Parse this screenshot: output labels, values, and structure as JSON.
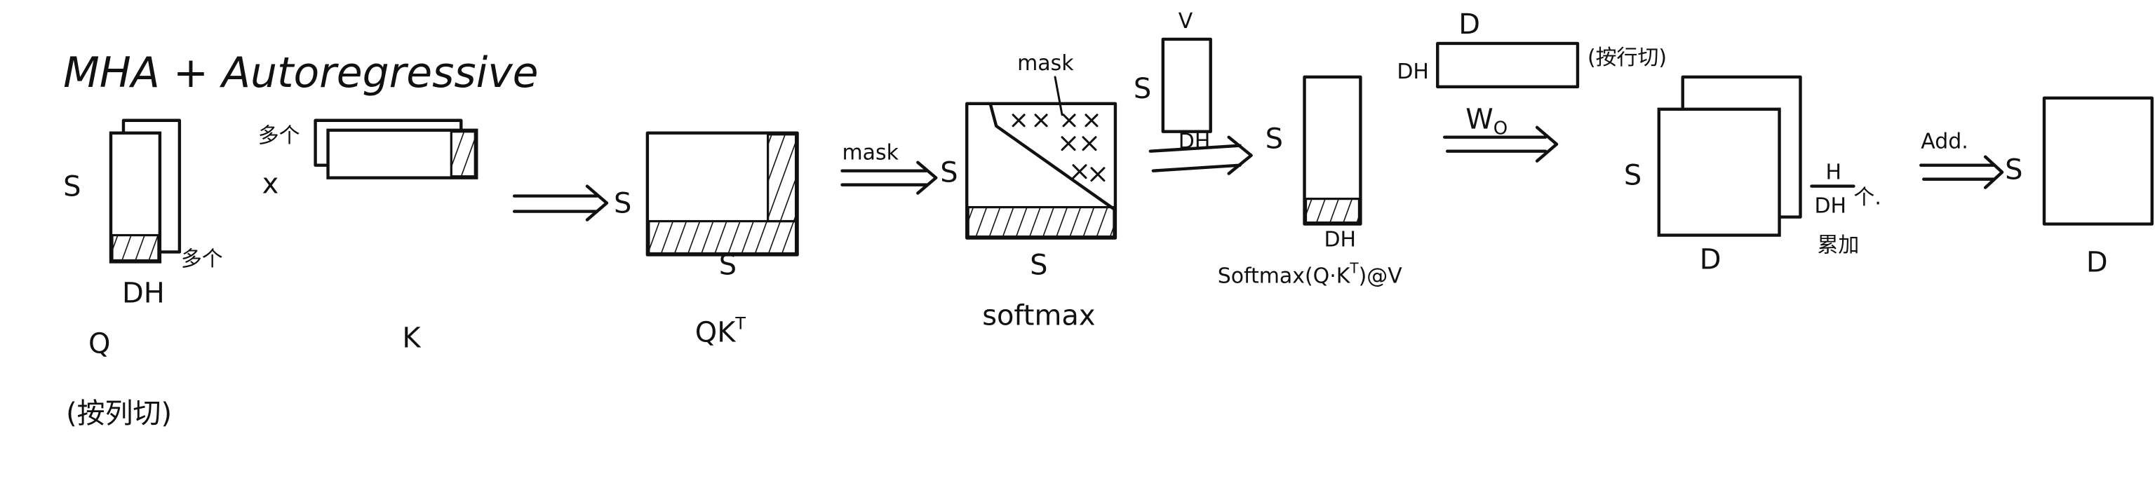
{
  "title": "MHA + Autoregressive",
  "q_block": {
    "rows_label": "S",
    "cols_label": "DH",
    "heads_label": "多个",
    "name": "Q",
    "note": "(按列切)"
  },
  "k_block": {
    "heads_label": "多个",
    "times": "x",
    "name": "K"
  },
  "qkt_block": {
    "rows_label": "S",
    "cols_label": "S",
    "name": "QK",
    "superscript": "T"
  },
  "mask_arrow": {
    "label": "mask"
  },
  "softmax_block": {
    "rows_label": "S",
    "cols_label": "S",
    "mask_label": "mask",
    "name": "softmax"
  },
  "v_block": {
    "name": "V",
    "rows_label": "S",
    "cols_label": "DH"
  },
  "attn_out_block": {
    "rows_label": "S",
    "cols_label": "DH",
    "name": "Softmax(Q·K",
    "superscript": "T",
    "name_tail": ")@V"
  },
  "wo_block": {
    "cols_label": "D",
    "rows_label": "DH",
    "note": "(按行切)",
    "arrow_label": "W",
    "arrow_sub": "O"
  },
  "proj_block": {
    "rows_label": "S",
    "cols_label": "D",
    "count_num": "H",
    "count_den": "DH",
    "count_unit": "个.",
    "sum_label": "累加"
  },
  "add_arrow": {
    "label": "Add."
  },
  "final_block": {
    "rows_label": "S",
    "cols_label": "D"
  }
}
